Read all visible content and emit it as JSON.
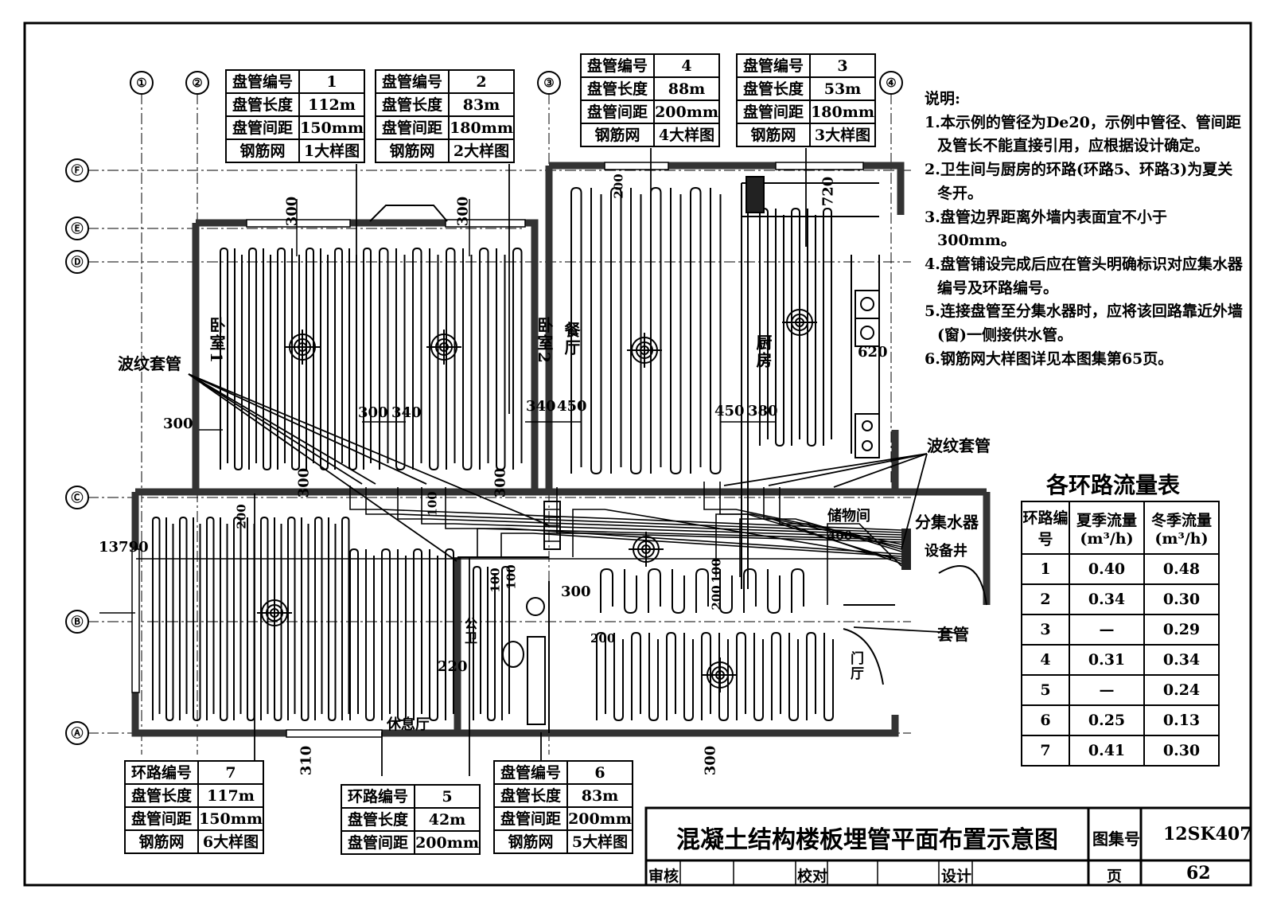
{
  "drawing_title": "混凝土结构楼板埋管平面布置示意图",
  "title_block": {
    "atlas_label": "图集号",
    "atlas_value": "12SK407",
    "page_label": "页",
    "page_value": "62",
    "review_label": "审核",
    "check_label": "校对",
    "design_label": "设计"
  },
  "axes": {
    "columns": [
      "①",
      "②",
      "③",
      "④"
    ],
    "rows": [
      "Ⓕ",
      "Ⓔ",
      "Ⓓ",
      "Ⓒ",
      "Ⓑ",
      "Ⓐ"
    ]
  },
  "coil_tables": [
    {
      "id": "t1",
      "rows": [
        [
          "盘管编号",
          "1"
        ],
        [
          "盘管长度",
          "112m"
        ],
        [
          "盘管间距",
          "150mm"
        ],
        [
          "钢筋网",
          "1大样图"
        ]
      ]
    },
    {
      "id": "t2",
      "rows": [
        [
          "盘管编号",
          "2"
        ],
        [
          "盘管长度",
          "83m"
        ],
        [
          "盘管间距",
          "180mm"
        ],
        [
          "钢筋网",
          "2大样图"
        ]
      ]
    },
    {
      "id": "t4",
      "rows": [
        [
          "盘管编号",
          "4"
        ],
        [
          "盘管长度",
          "88m"
        ],
        [
          "盘管间距",
          "200mm"
        ],
        [
          "钢筋网",
          "4大样图"
        ]
      ]
    },
    {
      "id": "t3",
      "rows": [
        [
          "盘管编号",
          "3"
        ],
        [
          "盘管长度",
          "53m"
        ],
        [
          "盘管间距",
          "180mm"
        ],
        [
          "钢筋网",
          "3大样图"
        ]
      ]
    },
    {
      "id": "t7",
      "rows": [
        [
          "环路编号",
          "7"
        ],
        [
          "盘管长度",
          "117m"
        ],
        [
          "盘管间距",
          "150mm"
        ],
        [
          "钢筋网",
          "6大样图"
        ]
      ]
    },
    {
      "id": "t5",
      "rows": [
        [
          "环路编号",
          "5"
        ],
        [
          "盘管长度",
          "42m"
        ],
        [
          "盘管间距",
          "200mm"
        ]
      ]
    },
    {
      "id": "t6",
      "rows": [
        [
          "盘管编号",
          "6"
        ],
        [
          "盘管长度",
          "83m"
        ],
        [
          "盘管间距",
          "200mm"
        ],
        [
          "钢筋网",
          "5大样图"
        ]
      ]
    }
  ],
  "notes": {
    "heading": "说明:",
    "items": [
      "1.本示例的管径为De20，示例中管径、管间距及管长不能直接引用，应根据设计确定。",
      "2.卫生间与厨房的环路(环路5、环路3)为夏关冬开。",
      "3.盘管边界距离外墙内表面宜不小于300mm。",
      "4.盘管铺设完成后应在管头明确标识对应集水器编号及环路编号。",
      "5.连接盘管至分集水器时，应将该回路靠近外墙(窗)一侧接供水管。",
      "6.钢筋网大样图详见本图集第65页。"
    ]
  },
  "flow_table": {
    "title": "各环路流量表",
    "headers": [
      "环路编号",
      "夏季流量(m³/h)",
      "冬季流量(m³/h)"
    ],
    "rows": [
      [
        "1",
        "0.40",
        "0.48"
      ],
      [
        "2",
        "0.34",
        "0.30"
      ],
      [
        "3",
        "—",
        "0.29"
      ],
      [
        "4",
        "0.31",
        "0.34"
      ],
      [
        "5",
        "—",
        "0.24"
      ],
      [
        "6",
        "0.25",
        "0.13"
      ],
      [
        "7",
        "0.41",
        "0.30"
      ]
    ]
  },
  "rooms": {
    "bedroom1": "卧室1",
    "bedroom2": "卧室2",
    "dining": "餐厅",
    "kitchen": "厨房",
    "storage": "储物间",
    "shaft": "设备井",
    "public_wc": "公卫",
    "foyer": "门厅",
    "lounge": "休息厅"
  },
  "callouts": {
    "sleeve_left": "波纹套管",
    "sleeve_right": "波纹套管",
    "manifold": "分集水器",
    "casing": "套管"
  },
  "dimensions": {
    "d300_bed1_top": "300",
    "d300_bed2_top": "300",
    "d300_bed1_left": "300",
    "d300_340_a": "300",
    "d300_340_b": "340",
    "d340": "340",
    "d450_dining": "450",
    "d300_c_left": "300",
    "d300_c_right": "300",
    "d100_c": "100",
    "d200_living": "200",
    "d13790": "13790",
    "d200_dining_top": "200",
    "d720": "720",
    "d620": "620",
    "d450_k": "450",
    "d380": "380",
    "d400": "400",
    "d100_a": "100",
    "d100_b": "100",
    "d300_wc": "300",
    "d100_mid": "100",
    "d200_mid": "200",
    "d200_lower": "200",
    "d220": "220",
    "d310": "310",
    "d300_bottom": "300"
  }
}
